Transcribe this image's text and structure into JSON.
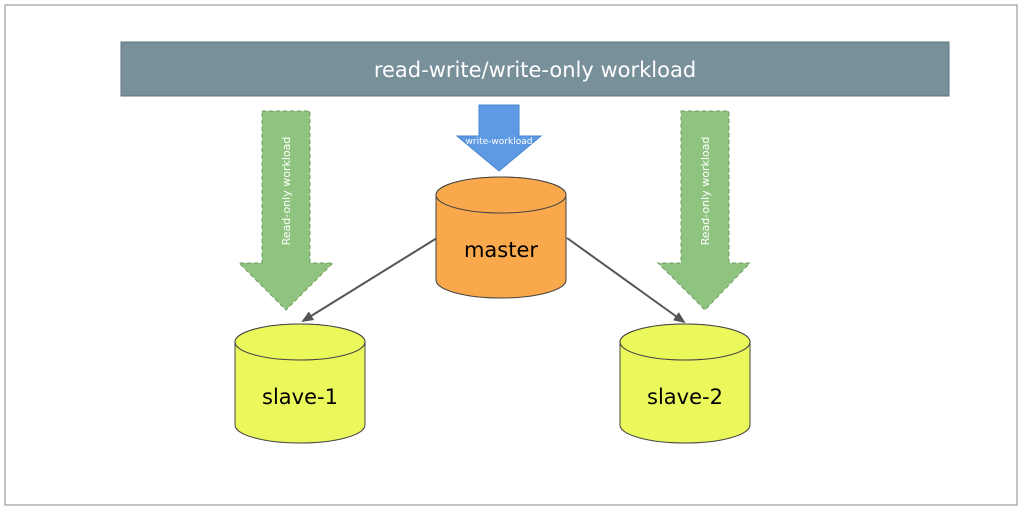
{
  "workload_bar": {
    "label": "read-write/write-only workload",
    "color": "#78909a"
  },
  "write_arrow": {
    "label": "write-workload",
    "color": "#5e9ae4"
  },
  "read_arrows": [
    {
      "label": "Read-only workload",
      "color": "#8fc480"
    },
    {
      "label": "Read-only workload",
      "color": "#8fc480"
    }
  ],
  "databases": {
    "master": {
      "label": "master",
      "color": "#f9a94b"
    },
    "slave_1": {
      "label": "slave-1",
      "color": "#eaf85b"
    },
    "slave_2": {
      "label": "slave-2",
      "color": "#eaf85b"
    }
  },
  "connector_color": "#555555"
}
